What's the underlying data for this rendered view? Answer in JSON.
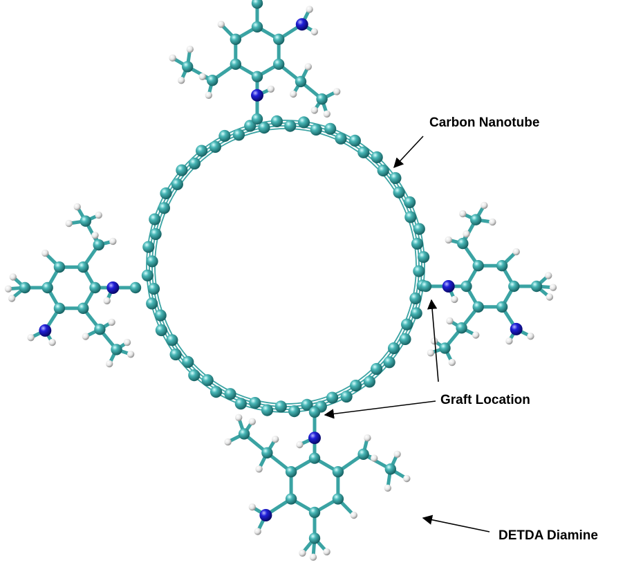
{
  "labels": {
    "carbon_nanotube": "Carbon Nanotube",
    "graft_location": "Graft Location",
    "detda_diamine": "DETDA Diamine"
  },
  "colors": {
    "background": "#ffffff",
    "carbon_atom": "#3fa9a9",
    "carbon_bond": "#3aa3a3",
    "nitrogen_atom": "#1a1acc",
    "hydrogen_atom": "#e8e8e8",
    "label_text": "#000000",
    "arrow": "#000000"
  },
  "atoms": {
    "carbon": "teal sphere",
    "nitrogen": "blue sphere",
    "hydrogen": "white sphere"
  }
}
